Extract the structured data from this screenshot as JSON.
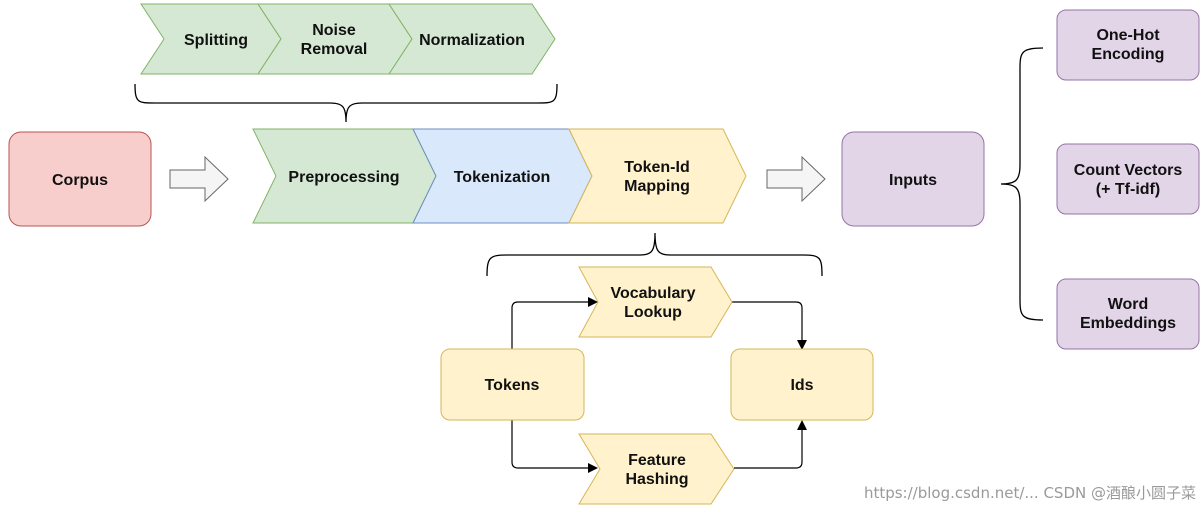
{
  "top_chevrons": [
    {
      "line1": "Splitting"
    },
    {
      "line1": "Noise",
      "line2": "Removal"
    },
    {
      "line1": "Normalization"
    }
  ],
  "corpus": "Corpus",
  "pipeline": [
    {
      "line1": "Preprocessing"
    },
    {
      "line1": "Tokenization"
    },
    {
      "line1": "Token-Id",
      "line2": "Mapping"
    }
  ],
  "inputs": "Inputs",
  "outputs": [
    {
      "line1": "One-Hot",
      "line2": "Encoding"
    },
    {
      "line1": "Count Vectors",
      "line2": "(+ Tf-idf)"
    },
    {
      "line1": "Word",
      "line2": "Embeddings"
    }
  ],
  "mapping": {
    "tokens": "Tokens",
    "ids": "Ids",
    "vocabulary": {
      "line1": "Vocabulary",
      "line2": "Lookup"
    },
    "hashing": {
      "line1": "Feature",
      "line2": "Hashing"
    }
  },
  "watermark": "https://blog.csdn.net/...  CSDN @酒酿小圆子菜",
  "colors": {
    "green_fill": "#d5e8d4",
    "green_stroke": "#82b366",
    "blue_fill": "#dae8fc",
    "blue_stroke": "#6c8ebf",
    "yellow_fill": "#fff2cc",
    "yellow_stroke": "#d6b656",
    "red_fill": "#f8cecc",
    "red_stroke": "#b85450",
    "purple_fill": "#e1d5e7",
    "purple_stroke": "#9673a6"
  }
}
